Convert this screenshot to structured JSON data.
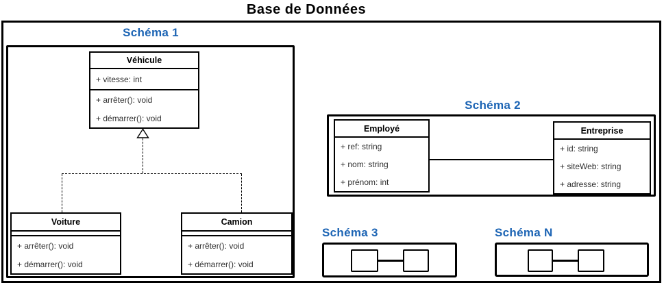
{
  "title": "Base de Données",
  "colors": {
    "schema_label": "#1c64b4",
    "line": "#000000",
    "member_text": "#303030",
    "background": "#ffffff"
  },
  "schema1": {
    "label": "Schéma 1",
    "vehicule": {
      "name": "Véhicule",
      "attributes": [
        "+ vitesse: int"
      ],
      "methods": [
        "+ arrêter(): void",
        "+ démarrer(): void"
      ]
    },
    "voiture": {
      "name": "Voiture",
      "attributes": [],
      "methods": [
        "+ arrêter(): void",
        "+ démarrer(): void"
      ]
    },
    "camion": {
      "name": "Camion",
      "attributes": [],
      "methods": [
        "+ arrêter(): void",
        "+ démarrer(): void"
      ]
    },
    "inheritance": {
      "parent": "Véhicule",
      "children": [
        "Voiture",
        "Camion"
      ],
      "style": "dashed line with hollow triangle pointing to parent"
    }
  },
  "schema2": {
    "label": "Schéma 2",
    "employe": {
      "name": "Employé",
      "attributes": [
        "+ ref: string",
        "+ nom: string",
        "+ prénom: int"
      ]
    },
    "entreprise": {
      "name": "Entreprise",
      "attributes": [
        "+ id: string",
        "+ siteWeb: string",
        "+ adresse: string"
      ]
    },
    "association": {
      "from": "Employé",
      "to": "Entreprise",
      "style": "solid line"
    }
  },
  "schema3": {
    "label": "Schéma 3",
    "entities": 2,
    "connected": true
  },
  "schemaN": {
    "label": "Schéma N",
    "entities": 2,
    "connected": true
  }
}
